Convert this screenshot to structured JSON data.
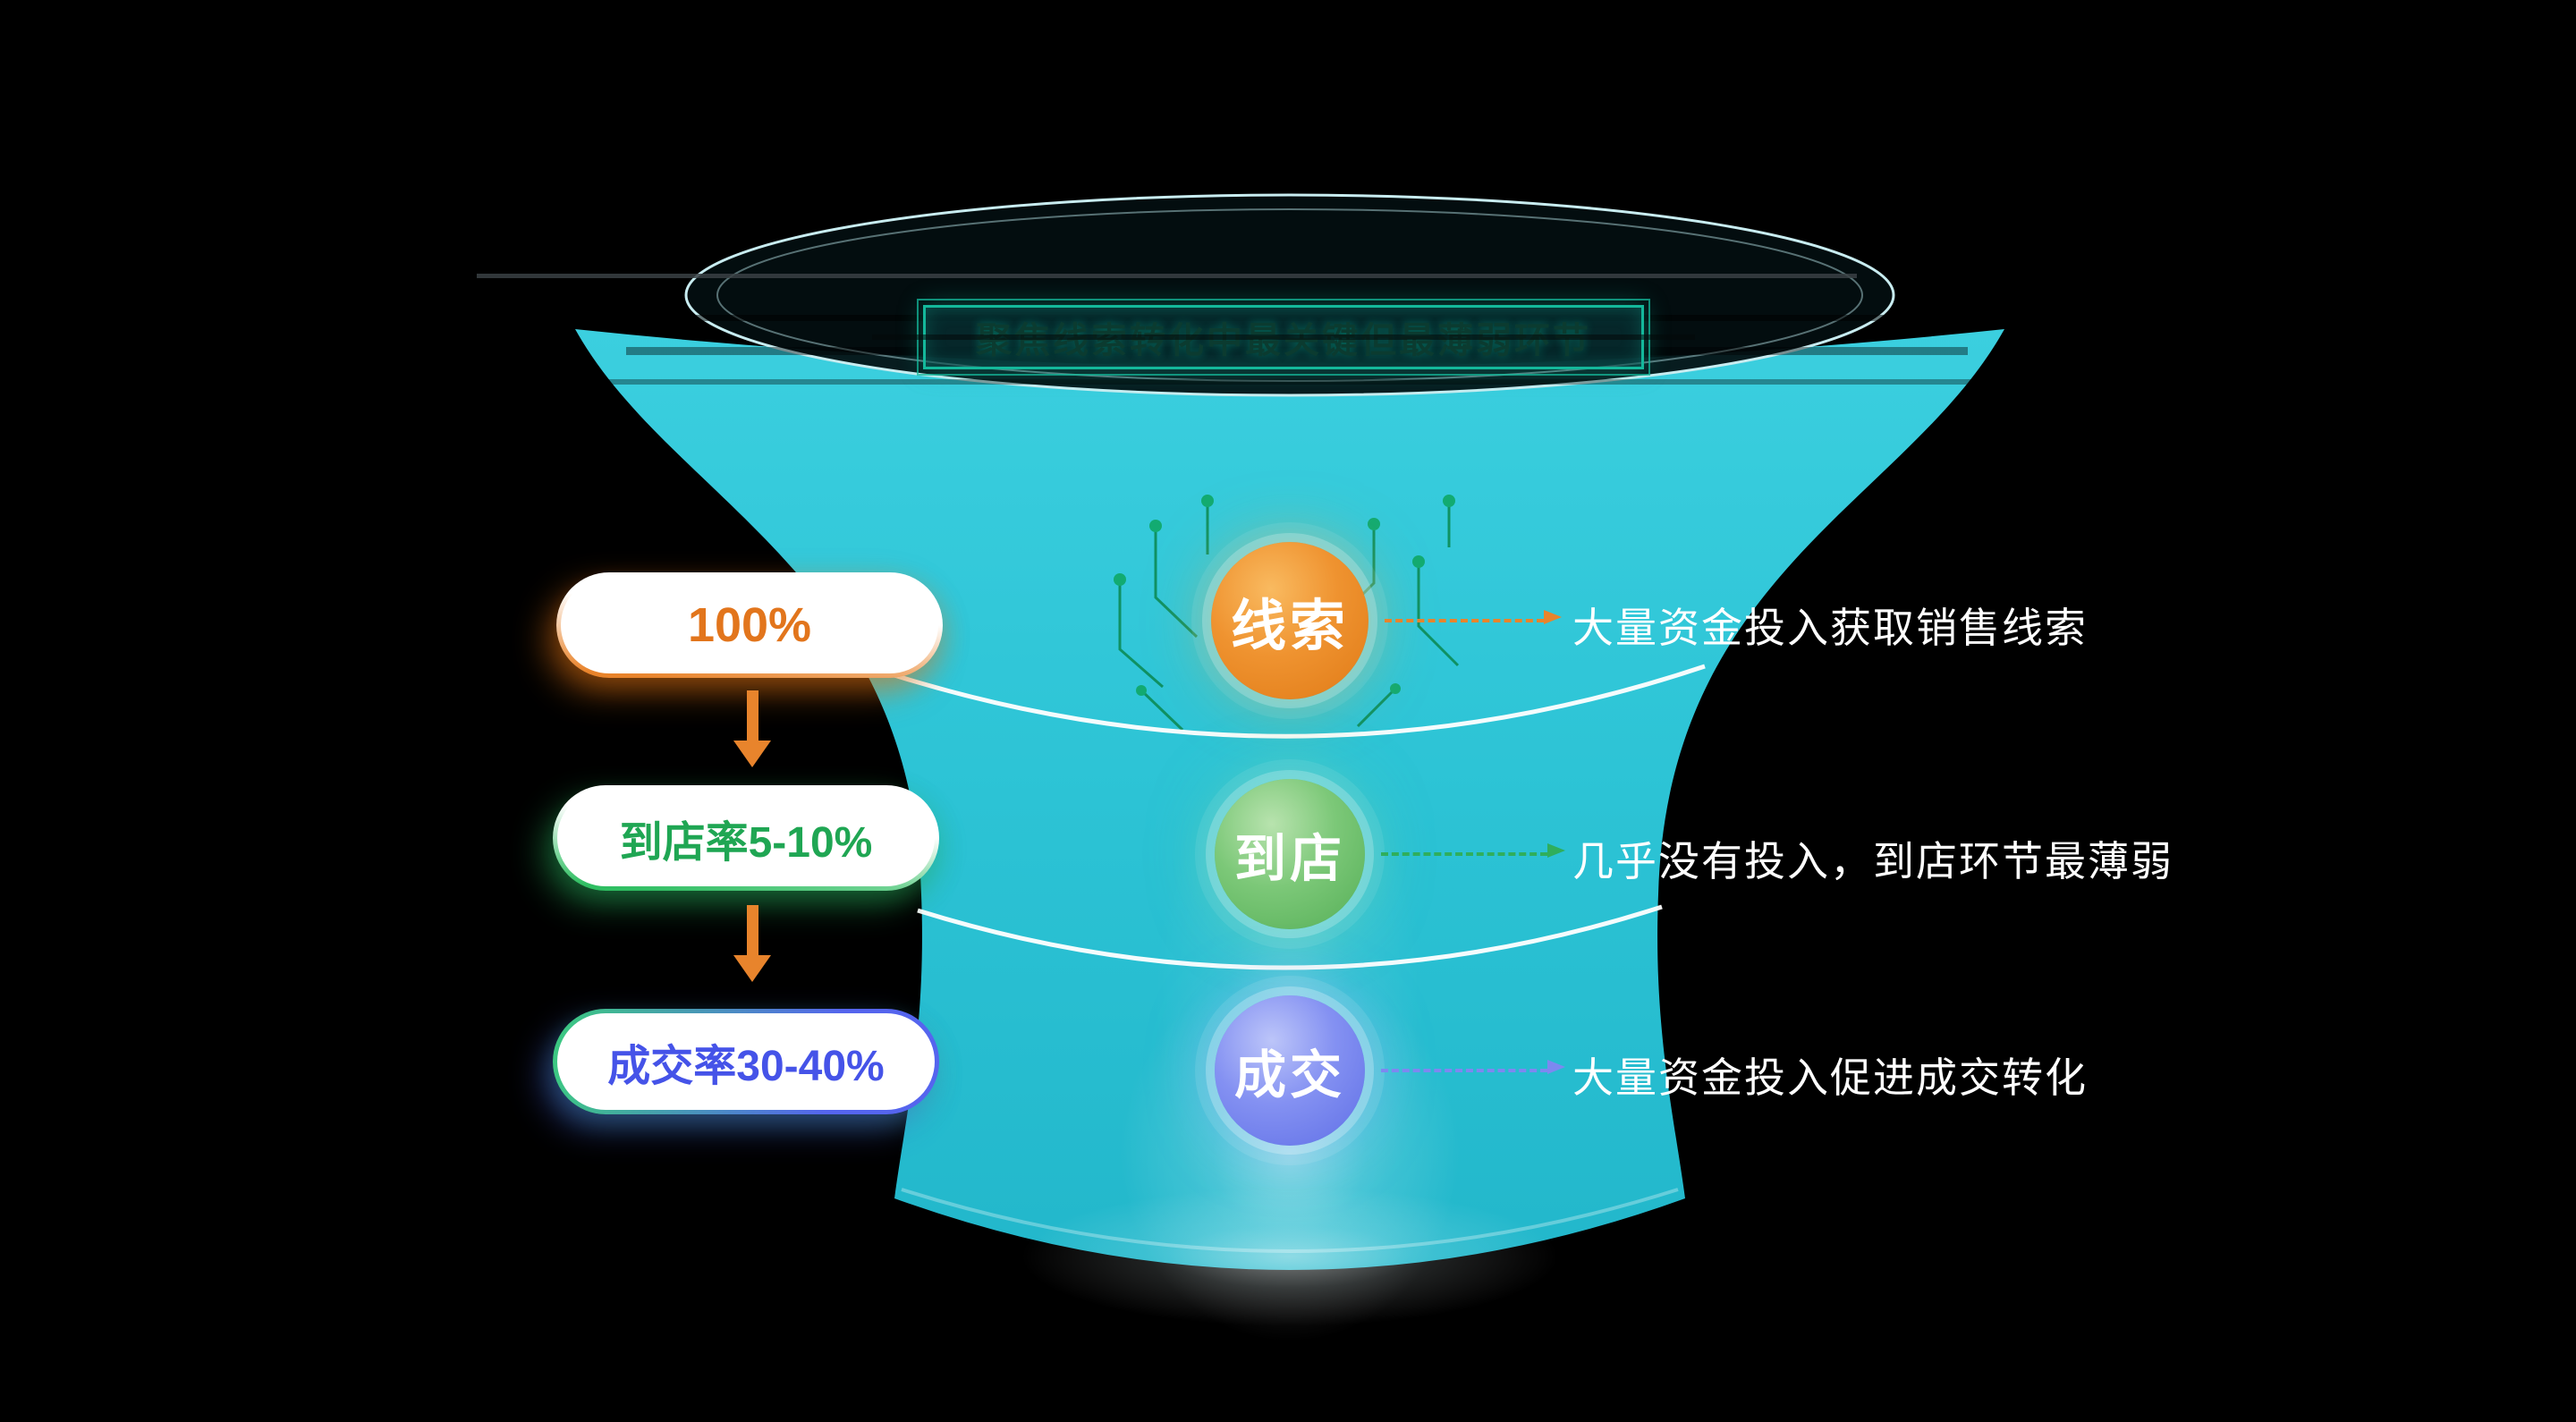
{
  "title": "聚焦线索转化中最关键但最薄弱环节",
  "colors": {
    "background": "#000000",
    "funnel_body": "#2CC3D5",
    "title_border": "#14B89B",
    "down_arrow": "#E8842C",
    "stage_accents": [
      "#E8832A",
      "#2FAE5C",
      "#6F7BF2"
    ]
  },
  "icons": {
    "down_arrow": "▼",
    "dashed_arrow": "⇢"
  },
  "stages": [
    {
      "name": "leads",
      "circle_label": "线索",
      "pill_label": "100%",
      "annotation": "大量资金投入获取销售线索"
    },
    {
      "name": "store-visit",
      "circle_label": "到店",
      "pill_label": "到店率5-10%",
      "annotation": "几乎没有投入，到店环节最薄弱"
    },
    {
      "name": "deal",
      "circle_label": "成交",
      "pill_label": "成交率30-40%",
      "annotation": "大量资金投入促进成交转化"
    }
  ]
}
